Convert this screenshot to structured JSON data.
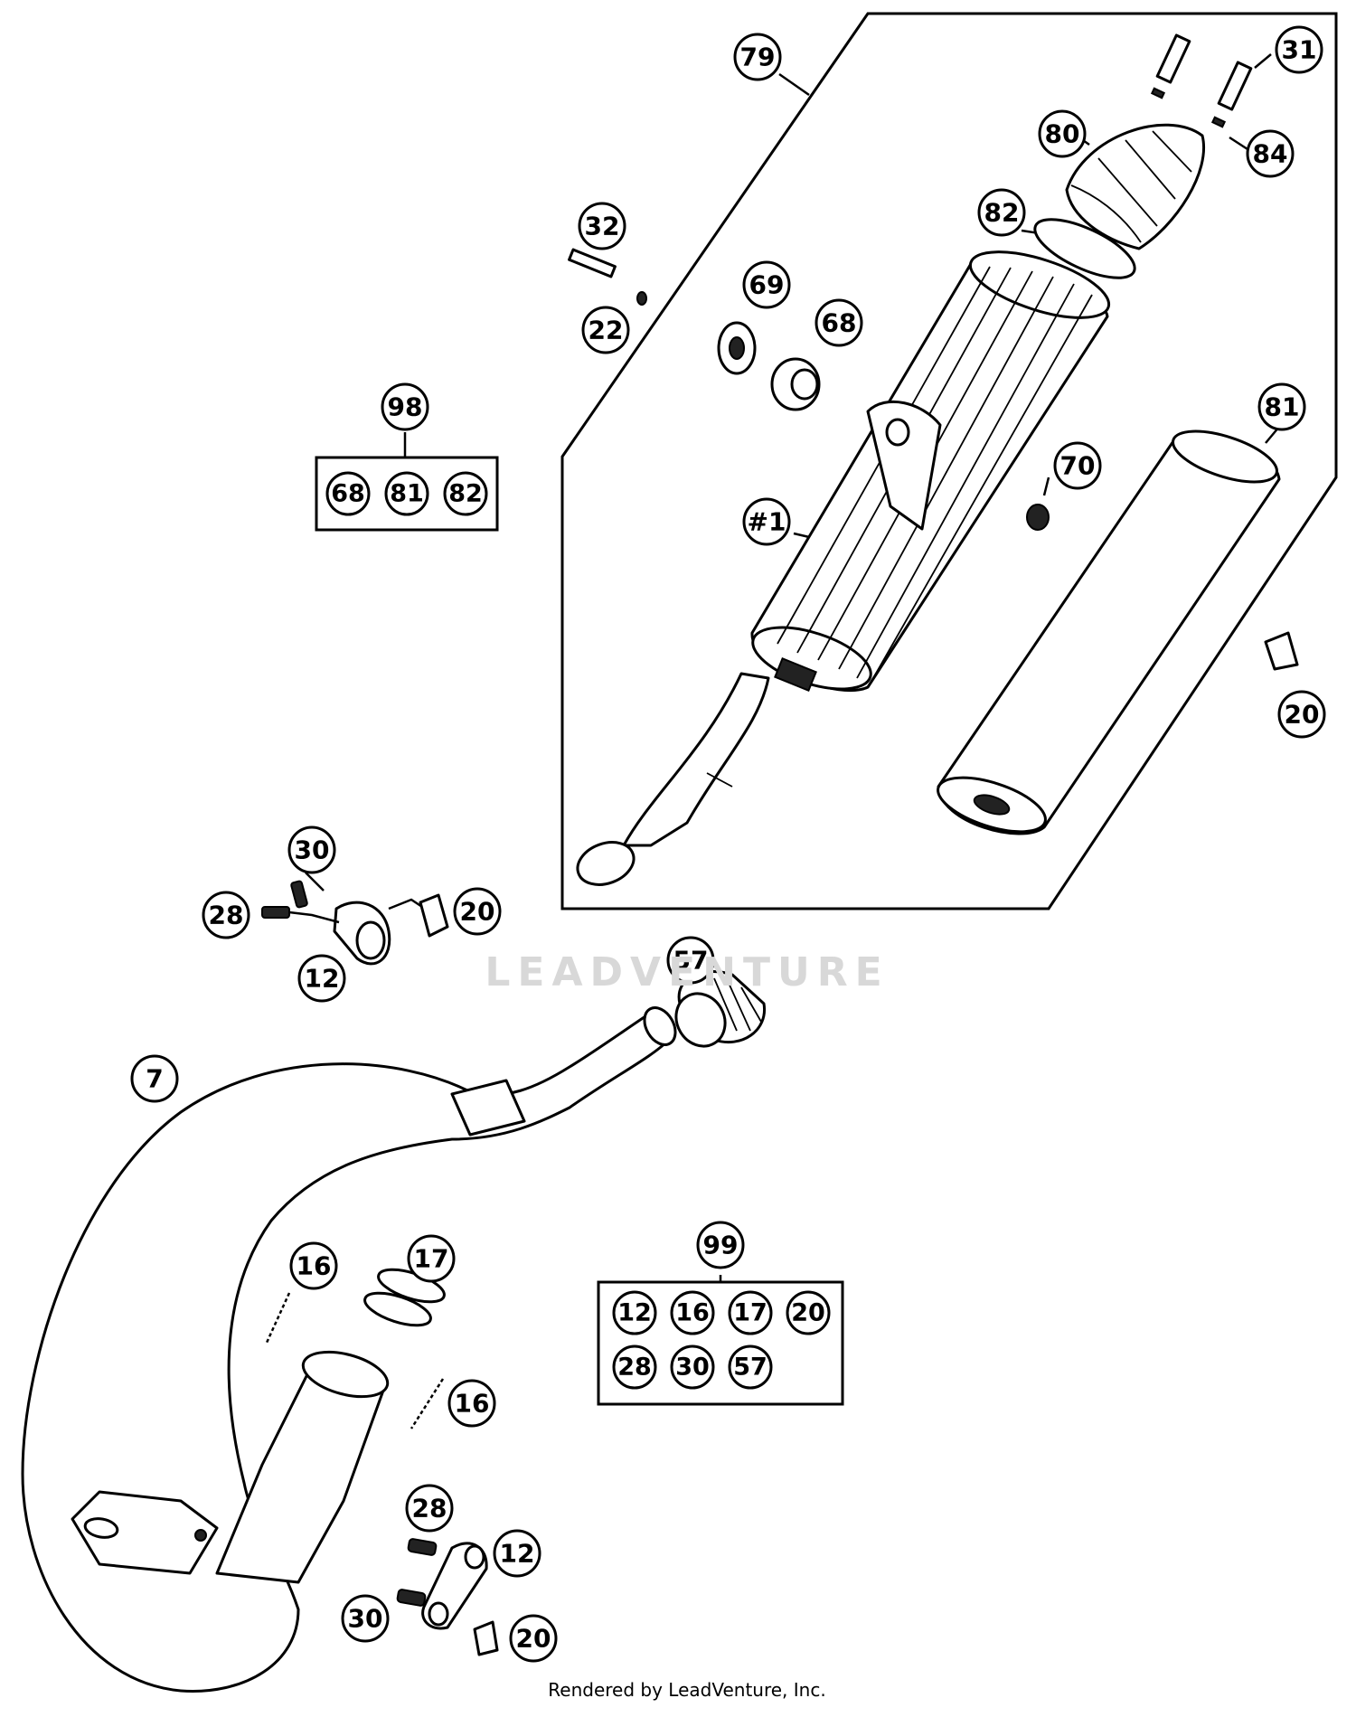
{
  "watermark": "LEADVENTURE",
  "credit": "Rendered by LeadVenture, Inc.",
  "callouts": [
    "79",
    "31",
    "80",
    "84",
    "82",
    "32",
    "22",
    "69",
    "68",
    "98",
    "81",
    "70",
    "#1",
    "20",
    "30",
    "28",
    "20",
    "12",
    "57",
    "7",
    "99",
    "16",
    "17",
    "16",
    "28",
    "12",
    "30",
    "20"
  ],
  "kit_98": {
    "label": "98",
    "items": [
      "68",
      "81",
      "82"
    ]
  },
  "kit_99": {
    "label": "99",
    "items": [
      "12",
      "16",
      "17",
      "20",
      "28",
      "30",
      "57"
    ]
  }
}
